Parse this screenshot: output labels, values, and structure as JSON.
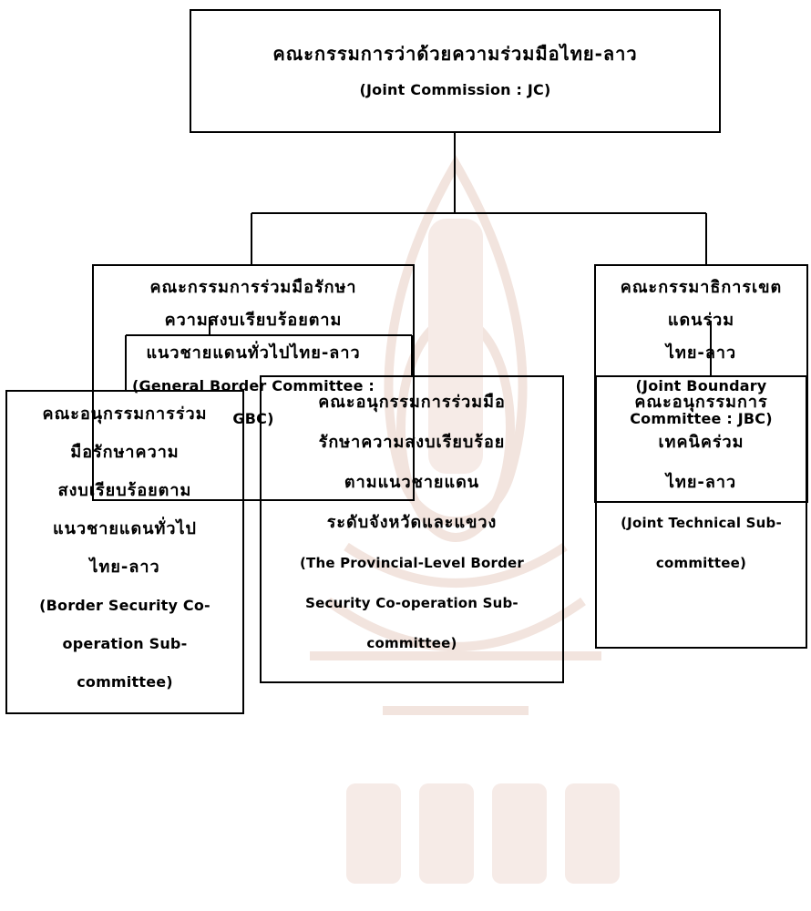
{
  "colors": {
    "line": "#000000",
    "background": "#ffffff",
    "watermark": "#f2e4de"
  },
  "nodes": {
    "jc": {
      "lines": [
        "คณะกรรมการว่าด้วยความร่วมมือไทย-ลาว",
        "(Joint Commission : JC)"
      ]
    },
    "gbc": {
      "lines": [
        "คณะกรรมการร่วมมือรักษา",
        "ความสงบเรียบร้อยตาม",
        "แนวชายแดนทั่วไปไทย-ลาว",
        "(General Border Committee :",
        "GBC)"
      ]
    },
    "jbc": {
      "lines": [
        "คณะกรรมาธิการเขต",
        "แดนร่วม",
        "ไทย-ลาว",
        "(Joint Boundary",
        "Committee : JBC)"
      ]
    },
    "bsc": {
      "lines": [
        "คณะอนุกรรมการร่วม",
        "มือรักษาความ",
        "สงบเรียบร้อยตาม",
        "แนวชายแดนทั่วไป",
        "ไทย-ลาว",
        "(Border Security Co-",
        "operation Sub-",
        "committee)"
      ]
    },
    "pbsc": {
      "lines": [
        "คณะอนุกรรมการร่วมมือ",
        "รักษาความสงบเรียบร้อย",
        "ตามแนวชายแดน",
        "ระดับจังหวัดและแขวง",
        "(The Provincial-Level Border",
        "Security Co-operation Sub-",
        "committee)"
      ]
    },
    "jtsc": {
      "lines": [
        "คณะอนุกรรมการ",
        "เทคนิคร่วม",
        "ไทย-ลาว",
        "(Joint Technical Sub-",
        "committee)"
      ]
    }
  }
}
